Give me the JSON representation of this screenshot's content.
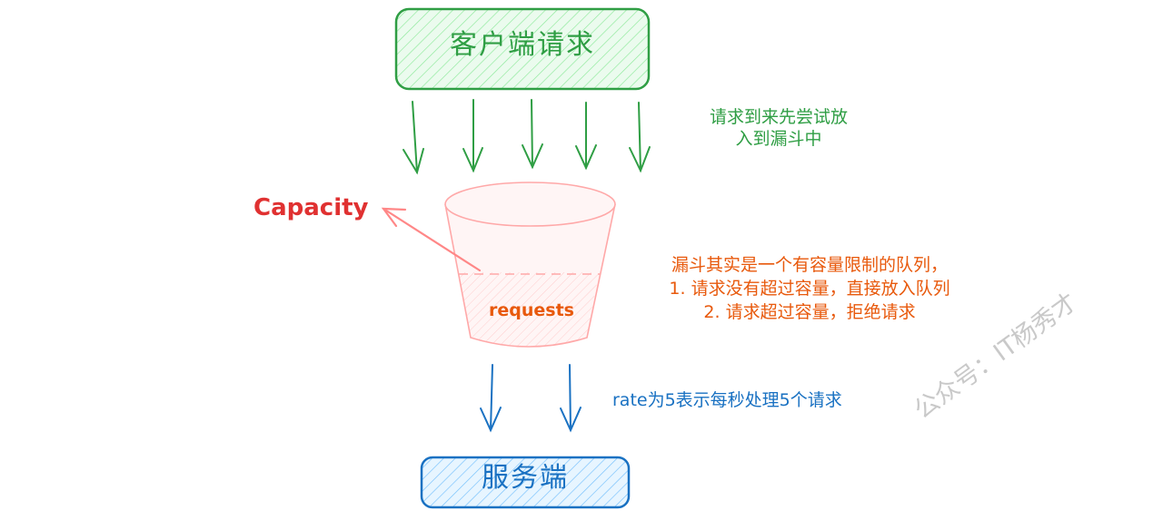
{
  "client": {
    "label": "客户端请求"
  },
  "server": {
    "label": "服务端"
  },
  "notes": {
    "arrive": [
      "请求到来先尝试放",
      "入到漏斗中"
    ],
    "bucket": [
      "漏斗其实是一个有容量限制的队列，",
      "1. 请求没有超过容量，直接放入队列",
      "2. 请求超过容量，拒绝请求"
    ],
    "rate": "rate为5表示每秒处理5个请求"
  },
  "bucket": {
    "capacity_label": "Capacity",
    "contents_label": "requests"
  },
  "watermark": "公众号：IT杨秀才",
  "colors": {
    "client": "#2f9e44",
    "client_fill": "#b2f2bb",
    "server": "#1971c2",
    "server_fill": "#a5d8ff",
    "bucket": "#ff8787",
    "bucket_fill": "#ffc9c9",
    "capacity": "#e03131",
    "note": "#e8590c"
  }
}
